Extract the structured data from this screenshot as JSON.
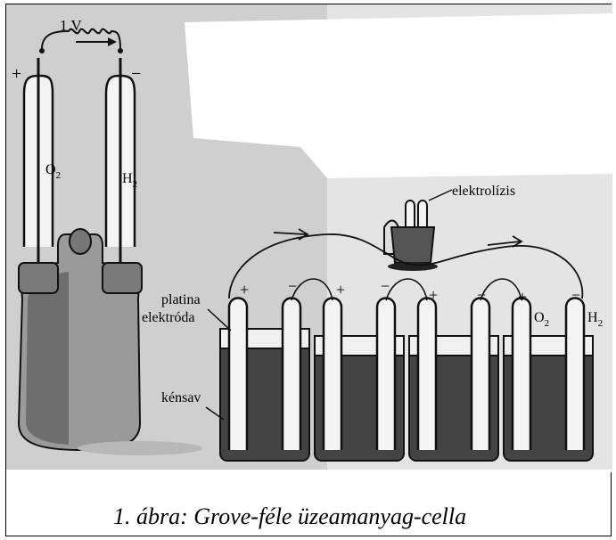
{
  "labels": {
    "voltage": "1 V",
    "plus": "+",
    "minus": "−",
    "o2_base": "O",
    "h2_base": "H",
    "subscript_2": "2",
    "electrolysis": "elektrolízis",
    "platinum_line1": "platina",
    "platinum_line2": "elektróda",
    "sulfuric_acid": "kénsav"
  },
  "caption": "1. ábra: Grove-féle üzeamanyag-cella",
  "colors": {
    "ink": "#111111",
    "background_left": "#cfcfcf",
    "paper": "#ffffff"
  }
}
